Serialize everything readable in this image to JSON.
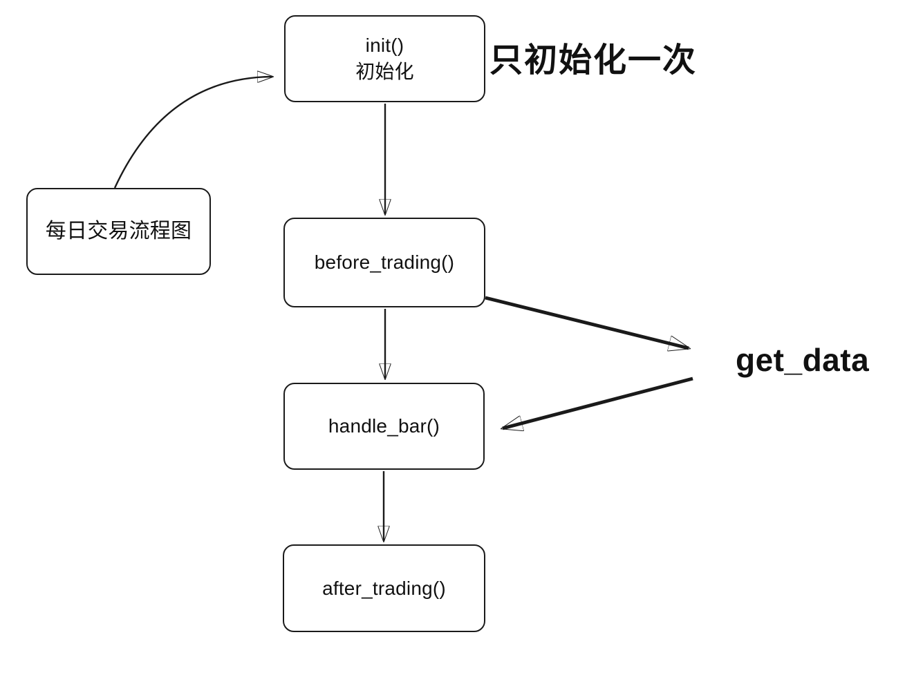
{
  "nodes": {
    "side": {
      "label": "每日交易流程图"
    },
    "init": {
      "line1": "init()",
      "line2": "初始化"
    },
    "before_trading": {
      "label": "before_trading()"
    },
    "handle_bar": {
      "label": "handle_bar()"
    },
    "after_trading": {
      "label": "after_trading()"
    }
  },
  "annotations": {
    "init_note": "只初始化一次",
    "get_data": "get_data"
  },
  "edges": [
    {
      "from": "side",
      "to": "init",
      "style": "curved-thin-arrow"
    },
    {
      "from": "init",
      "to": "before_trading",
      "style": "straight-thin-arrow"
    },
    {
      "from": "before_trading",
      "to": "handle_bar",
      "style": "straight-thin-arrow"
    },
    {
      "from": "handle_bar",
      "to": "after_trading",
      "style": "straight-thin-arrow"
    },
    {
      "from": "before_trading",
      "to": "get_data",
      "style": "diagonal-thick-arrow"
    },
    {
      "from": "get_data",
      "to": "handle_bar",
      "style": "diagonal-thick-arrow"
    }
  ],
  "colors": {
    "stroke": "#1a1a1a",
    "node_fill": "#ffffff",
    "text": "#111111",
    "background": "#ffffff"
  }
}
